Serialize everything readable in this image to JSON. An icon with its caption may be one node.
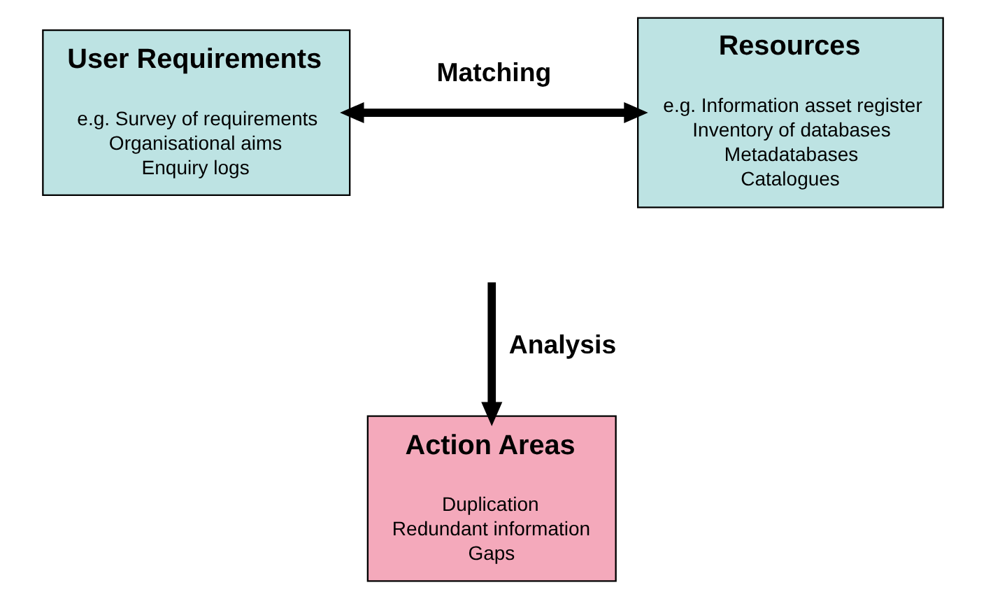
{
  "diagram": {
    "nodes": [
      {
        "text": [
          "User Requirements",
          "e.g. Survey of requirements",
          "Organisational aims",
          "Enquiry logs"
        ]
      },
      {
        "text": [
          "Resources",
          "e.g. Information asset register",
          "Inventory of databases",
          "Metadatabases",
          "Catalogues"
        ]
      },
      {
        "text": [
          "Action Areas",
          "Duplication",
          "Redundant information",
          "Gaps"
        ]
      }
    ],
    "edges": [
      {
        "from": 0,
        "to": 1,
        "arrow": "both",
        "label": "Matching"
      },
      {
        "from": null,
        "to": 2,
        "arrow": "to",
        "label": "Analysis"
      }
    ]
  }
}
